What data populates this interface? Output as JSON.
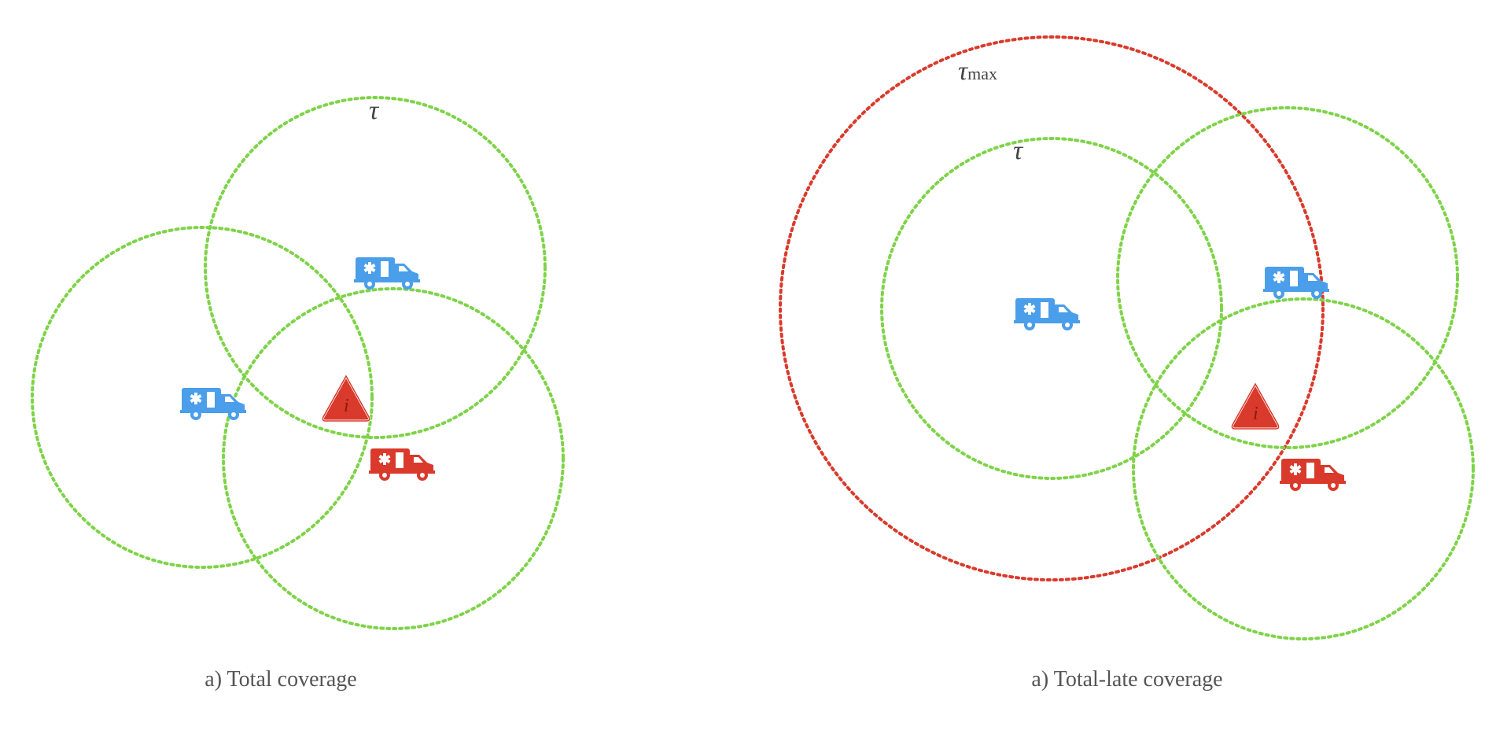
{
  "panels": [
    {
      "caption": "a) Total coverage",
      "tau_label": "τ"
    },
    {
      "caption": "a) Total-late coverage",
      "tau_label": "τ",
      "tau_max_label": "τ",
      "tau_max_sub": "max"
    }
  ],
  "incident_label": "i",
  "colors": {
    "coverage_circle": "#7ed348",
    "late_circle": "#d93a2b",
    "available_ambulance": "#4a9eea",
    "dispatched_ambulance": "#d93a2b",
    "incident": "#d93a2b"
  },
  "icons": {
    "ambulance": "ambulance-icon",
    "incident": "warning-triangle-icon"
  }
}
